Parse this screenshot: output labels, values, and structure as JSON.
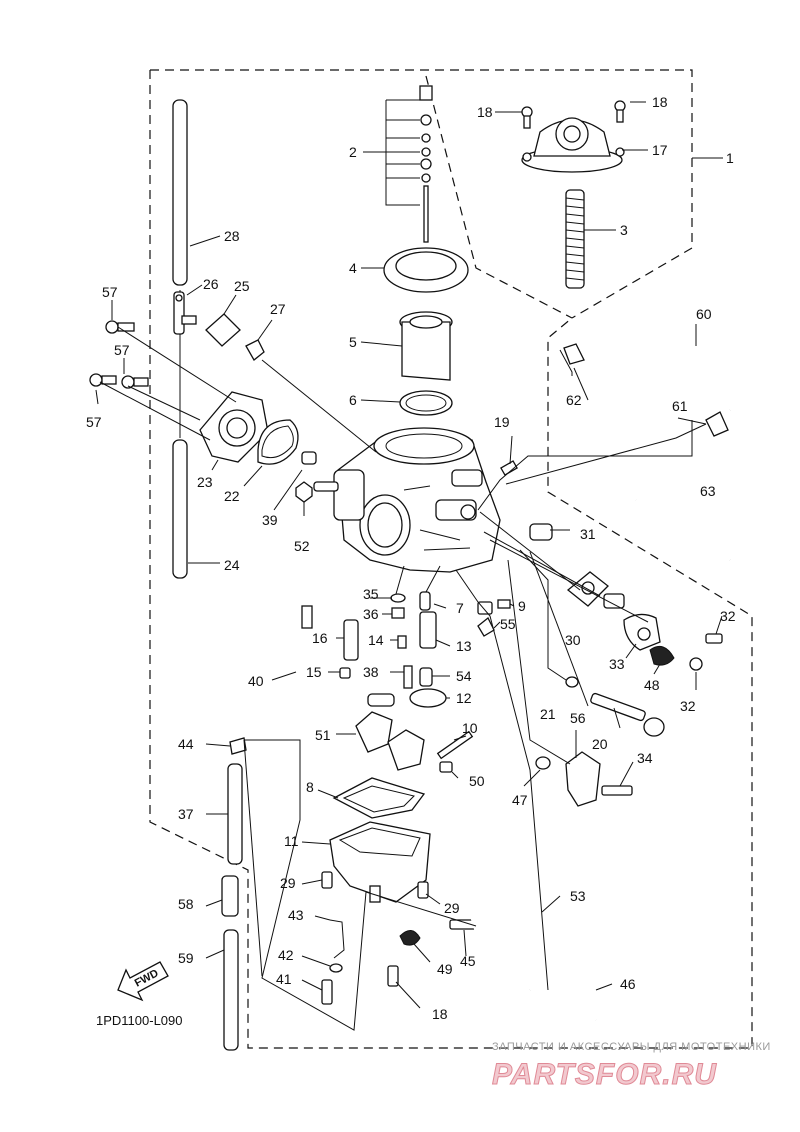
{
  "diagram": {
    "code": "1PD1100-L090",
    "fwd_label": "FWD",
    "watermark": {
      "caption": "ЗАПЧАСТИ И АКСЕССУАРЫ ДЛЯ МОТОТЕХНИКИ",
      "brand": "PARTSFOR.RU"
    },
    "callouts": [
      "1",
      "2",
      "3",
      "4",
      "5",
      "6",
      "7",
      "8",
      "9",
      "10",
      "11",
      "12",
      "13",
      "14",
      "15",
      "16",
      "17",
      "18",
      "18",
      "18",
      "19",
      "20",
      "21",
      "22",
      "23",
      "24",
      "25",
      "26",
      "27",
      "28",
      "29",
      "29",
      "30",
      "31",
      "32",
      "32",
      "33",
      "34",
      "35",
      "36",
      "37",
      "38",
      "39",
      "40",
      "41",
      "42",
      "43",
      "44",
      "45",
      "46",
      "47",
      "48",
      "49",
      "50",
      "51",
      "52",
      "53",
      "54",
      "55",
      "56",
      "57",
      "57",
      "57",
      "58",
      "59",
      "60",
      "61",
      "62",
      "63"
    ]
  }
}
